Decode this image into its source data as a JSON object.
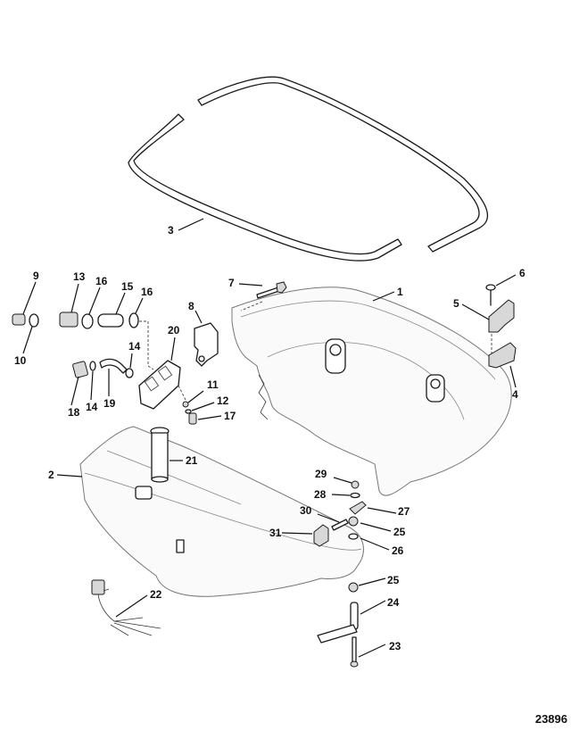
{
  "diagram": {
    "title": "Bottom cowl assembly exploded view",
    "reference_id": "23896",
    "callouts": {
      "c1": "1",
      "c2": "2",
      "c3": "3",
      "c4": "4",
      "c5": "5",
      "c6": "6",
      "c7": "7",
      "c8": "8",
      "c9": "9",
      "c10": "10",
      "c11": "11",
      "c12": "12",
      "c13": "13",
      "c14a": "14",
      "c14b": "14",
      "c15": "15",
      "c16a": "16",
      "c16b": "16",
      "c17": "17",
      "c18": "18",
      "c19": "19",
      "c20": "20",
      "c21": "21",
      "c22": "22",
      "c23": "23",
      "c24": "24",
      "c25a": "25",
      "c25b": "25",
      "c26": "26",
      "c27": "27",
      "c28": "28",
      "c29": "29",
      "c30": "30",
      "c31": "31"
    }
  }
}
